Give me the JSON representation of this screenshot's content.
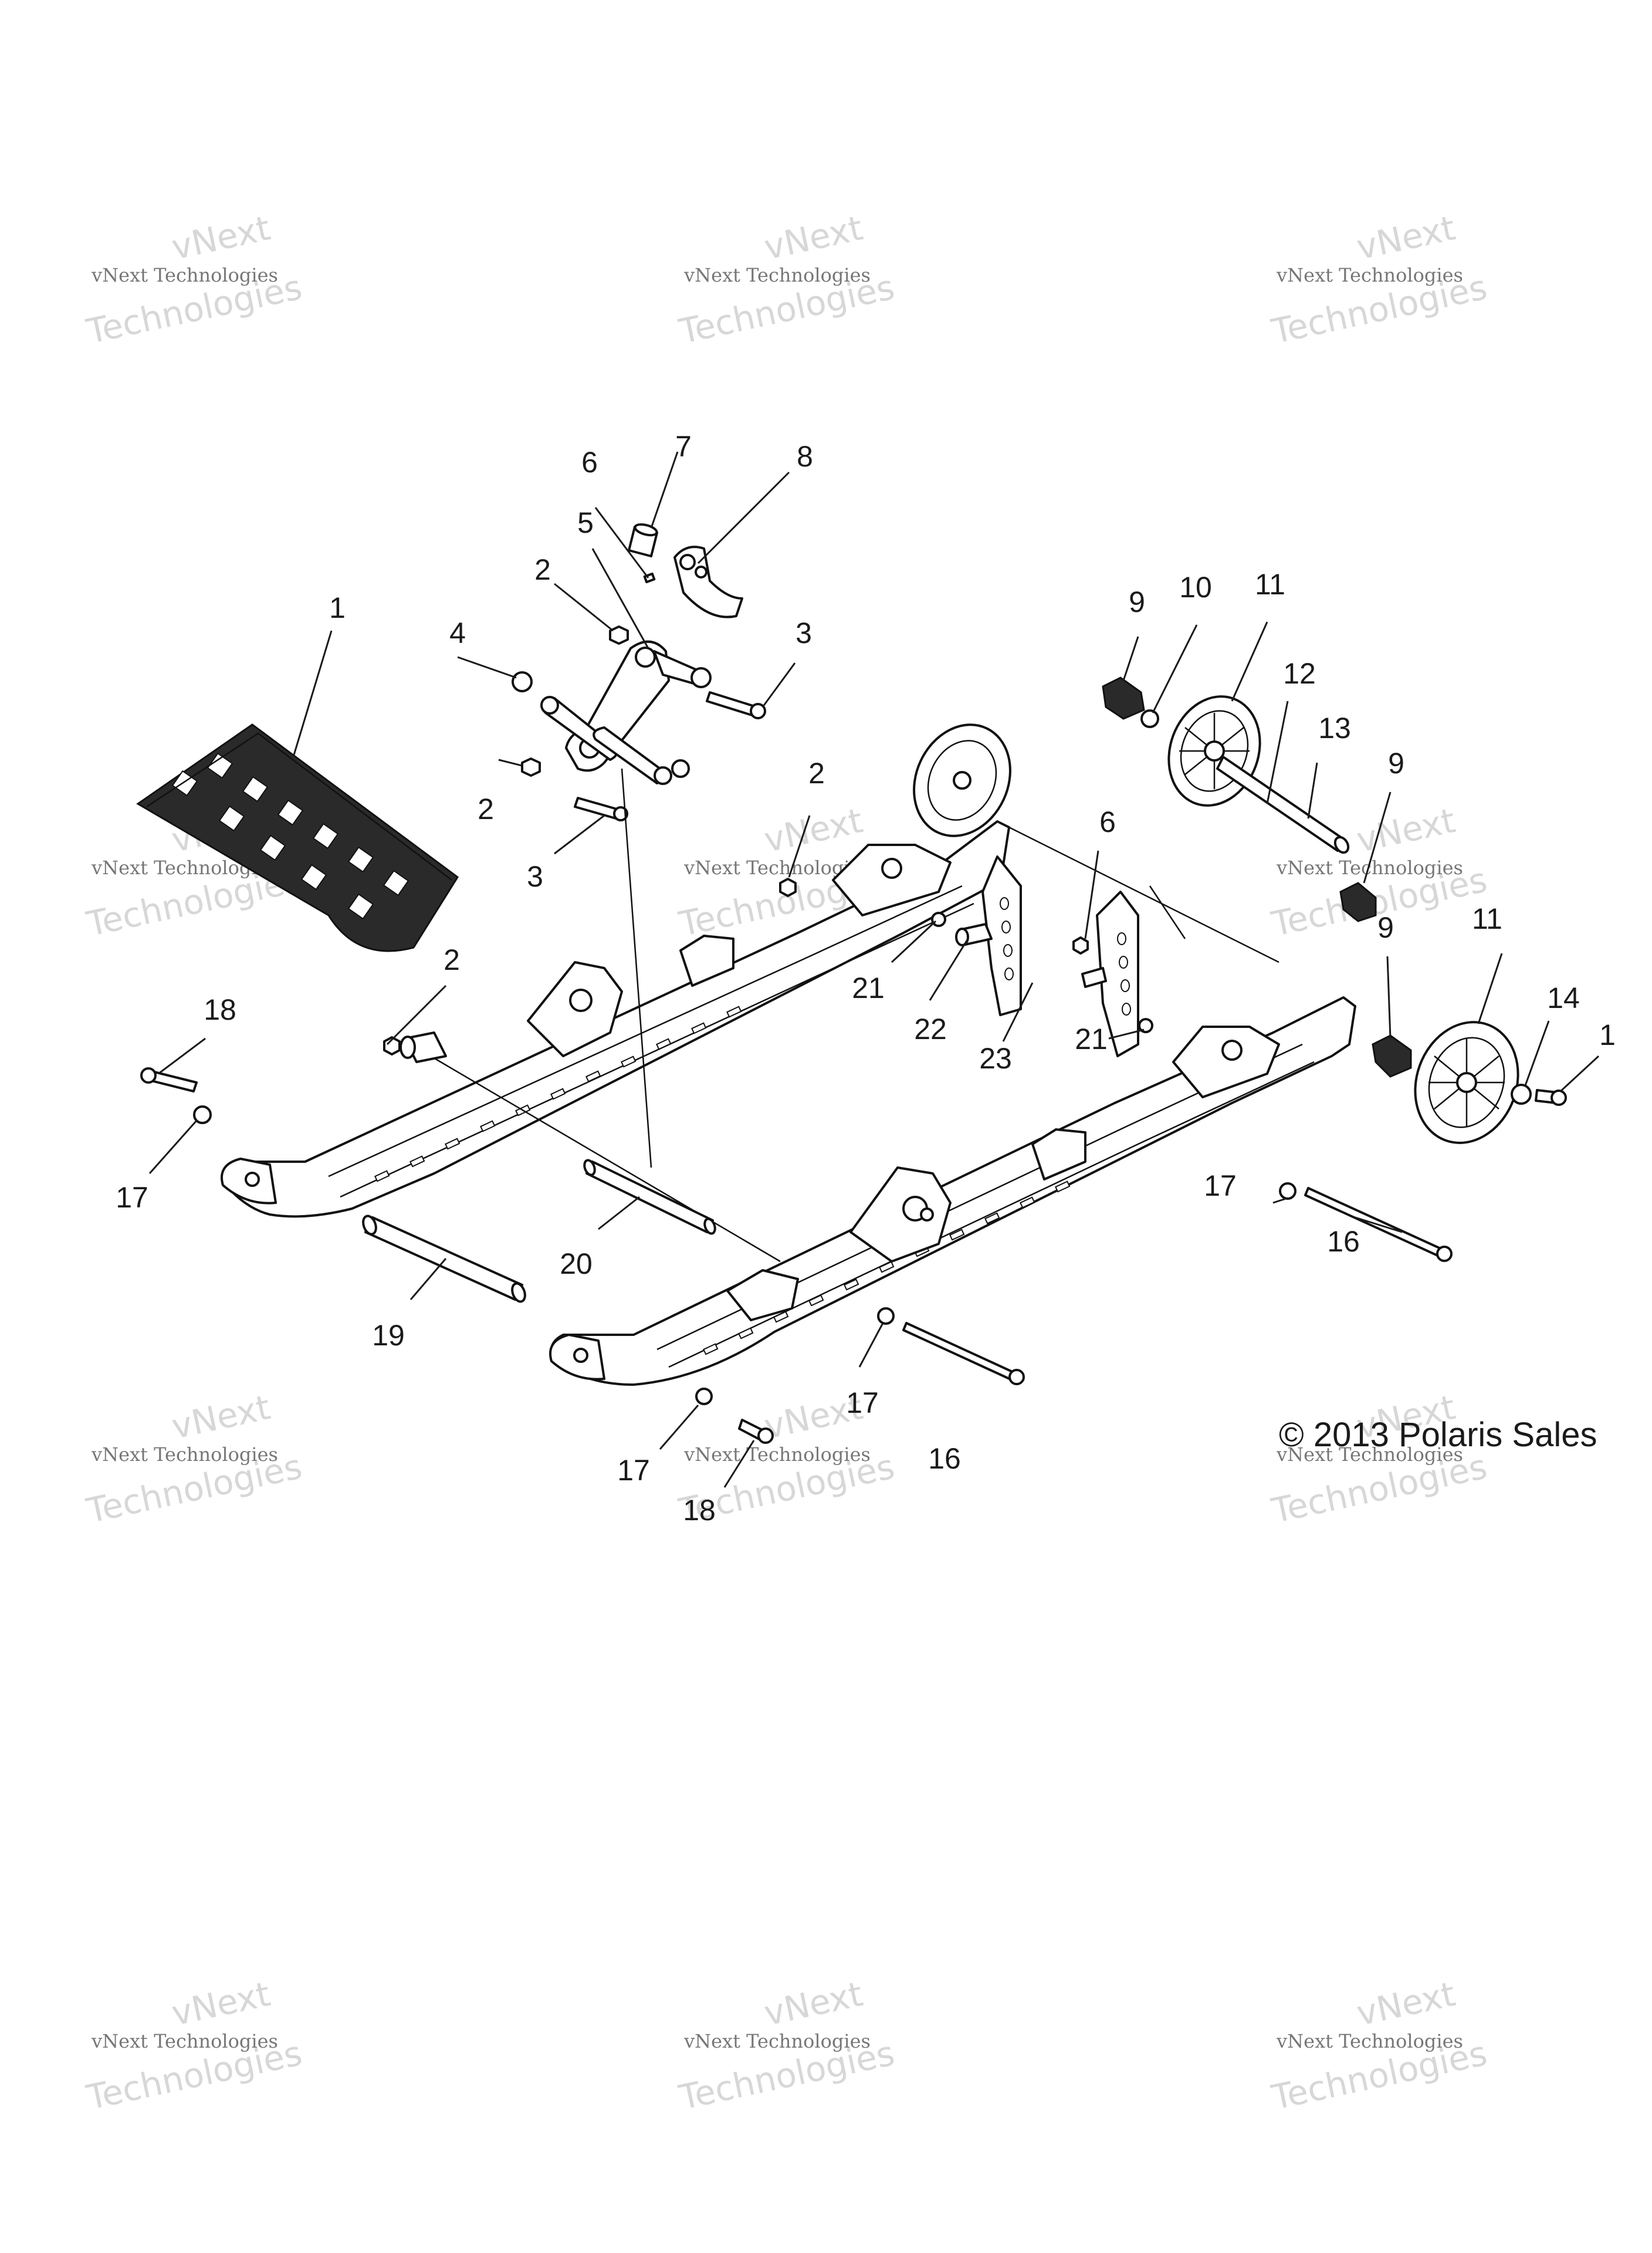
{
  "copyright": "© 2013 Polaris Sales",
  "watermark": {
    "line_small": "vNext Technologies",
    "line_overlay": "vNext",
    "line_big": "Technologies"
  },
  "callouts": [
    {
      "id": "c1a",
      "label": "1"
    },
    {
      "id": "c1b",
      "label": "1"
    },
    {
      "id": "c2a",
      "label": "2"
    },
    {
      "id": "c2b",
      "label": "2"
    },
    {
      "id": "c2c",
      "label": "2"
    },
    {
      "id": "c2d",
      "label": "2"
    },
    {
      "id": "c3a",
      "label": "3"
    },
    {
      "id": "c3b",
      "label": "3"
    },
    {
      "id": "c4",
      "label": "4"
    },
    {
      "id": "c5",
      "label": "5"
    },
    {
      "id": "c6a",
      "label": "6"
    },
    {
      "id": "c6b",
      "label": "6"
    },
    {
      "id": "c7",
      "label": "7"
    },
    {
      "id": "c8",
      "label": "8"
    },
    {
      "id": "c9a",
      "label": "9"
    },
    {
      "id": "c9b",
      "label": "9"
    },
    {
      "id": "c9c",
      "label": "9"
    },
    {
      "id": "c10",
      "label": "10"
    },
    {
      "id": "c11a",
      "label": "11"
    },
    {
      "id": "c11b",
      "label": "11"
    },
    {
      "id": "c12",
      "label": "12"
    },
    {
      "id": "c13",
      "label": "13"
    },
    {
      "id": "c14",
      "label": "14"
    },
    {
      "id": "c16a",
      "label": "16"
    },
    {
      "id": "c16b",
      "label": "16"
    },
    {
      "id": "c17a",
      "label": "17"
    },
    {
      "id": "c17b",
      "label": "17"
    },
    {
      "id": "c17c",
      "label": "17"
    },
    {
      "id": "c17d",
      "label": "17"
    },
    {
      "id": "c18a",
      "label": "18"
    },
    {
      "id": "c18b",
      "label": "18"
    },
    {
      "id": "c19",
      "label": "19"
    },
    {
      "id": "c20",
      "label": "20"
    },
    {
      "id": "c21a",
      "label": "21"
    },
    {
      "id": "c21b",
      "label": "21"
    },
    {
      "id": "c22",
      "label": "22"
    },
    {
      "id": "c23",
      "label": "23"
    }
  ]
}
